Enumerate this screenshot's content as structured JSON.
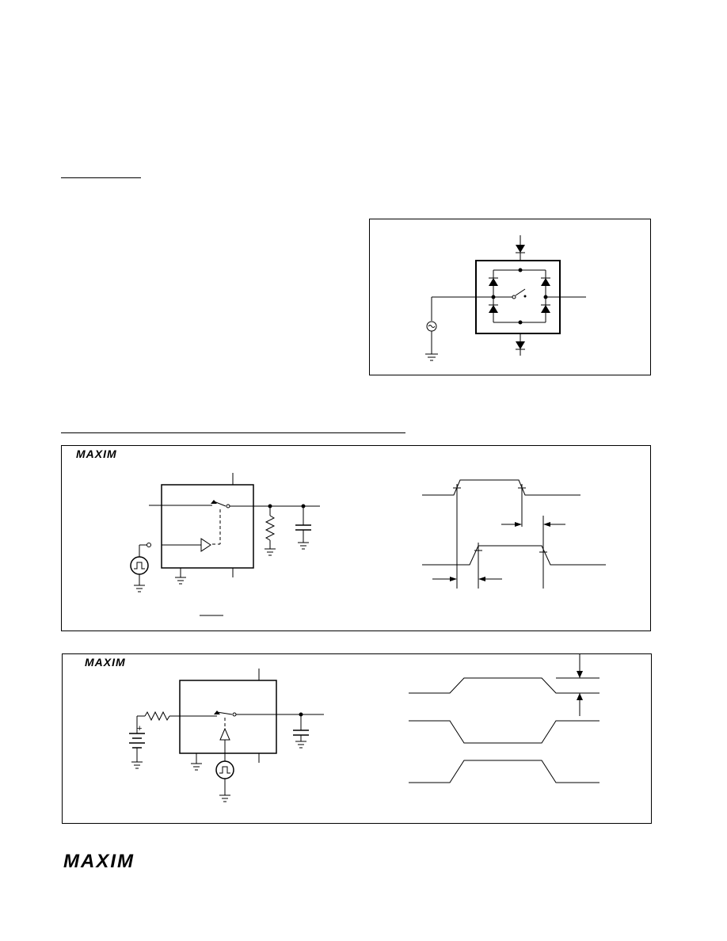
{
  "page": {
    "footer_logo": "MAXIM"
  },
  "figure_top": {
    "description_hidden": ""
  },
  "figure_middle": {
    "logo": "MAXIM"
  },
  "figure_bottom": {
    "logo": "MAXIM"
  }
}
